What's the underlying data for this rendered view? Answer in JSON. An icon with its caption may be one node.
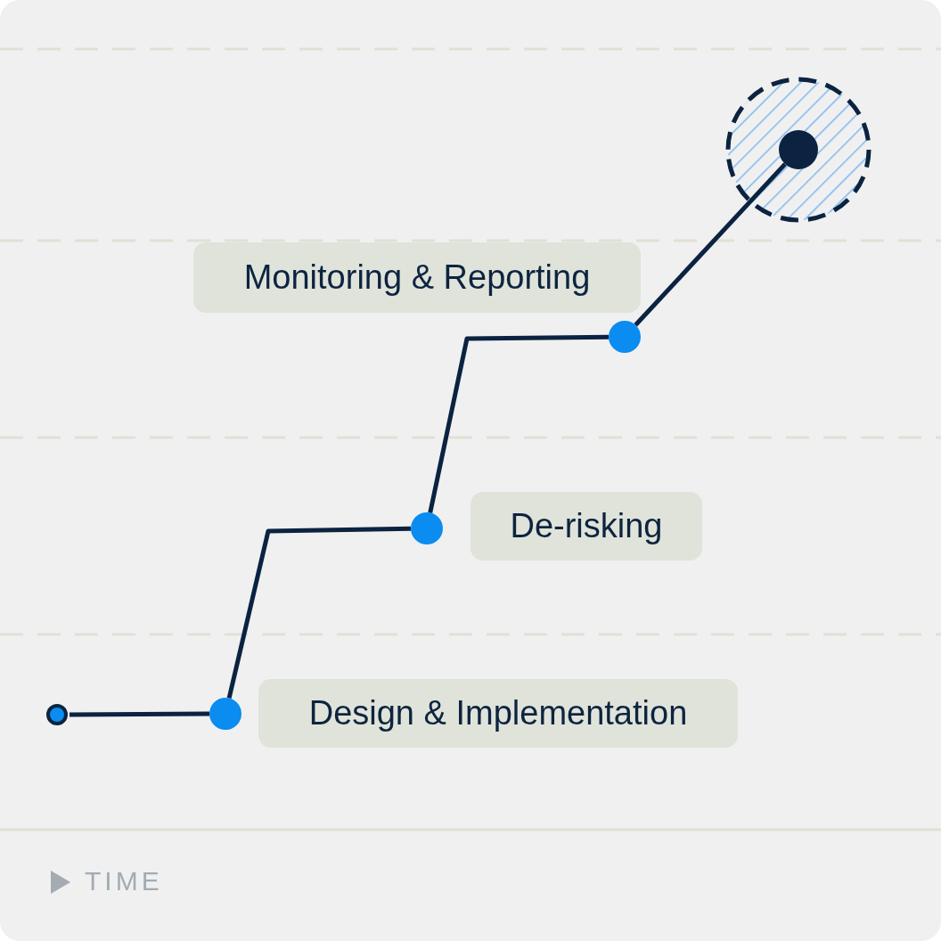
{
  "diagram": {
    "nodes": [
      {
        "text": [],
        "shape": "circle"
      },
      {
        "text": [],
        "shape": "circle"
      },
      {
        "text": [
          "Design & Implementation"
        ]
      },
      {
        "text": [],
        "shape": "circle"
      },
      {
        "text": [
          "De-risking"
        ]
      },
      {
        "text": [],
        "shape": "circle"
      },
      {
        "text": [
          "Monitoring & Reporting"
        ]
      },
      {
        "text": [],
        "shape": "circle"
      }
    ],
    "edges": [
      {
        "from": 0,
        "to": 1,
        "arrow": "none"
      },
      {
        "from": 1,
        "to": 3,
        "arrow": "none"
      },
      {
        "from": 3,
        "to": 5,
        "arrow": "none"
      },
      {
        "from": 5,
        "to": 7,
        "arrow": "none"
      }
    ],
    "labels": [
      "TIME"
    ]
  }
}
